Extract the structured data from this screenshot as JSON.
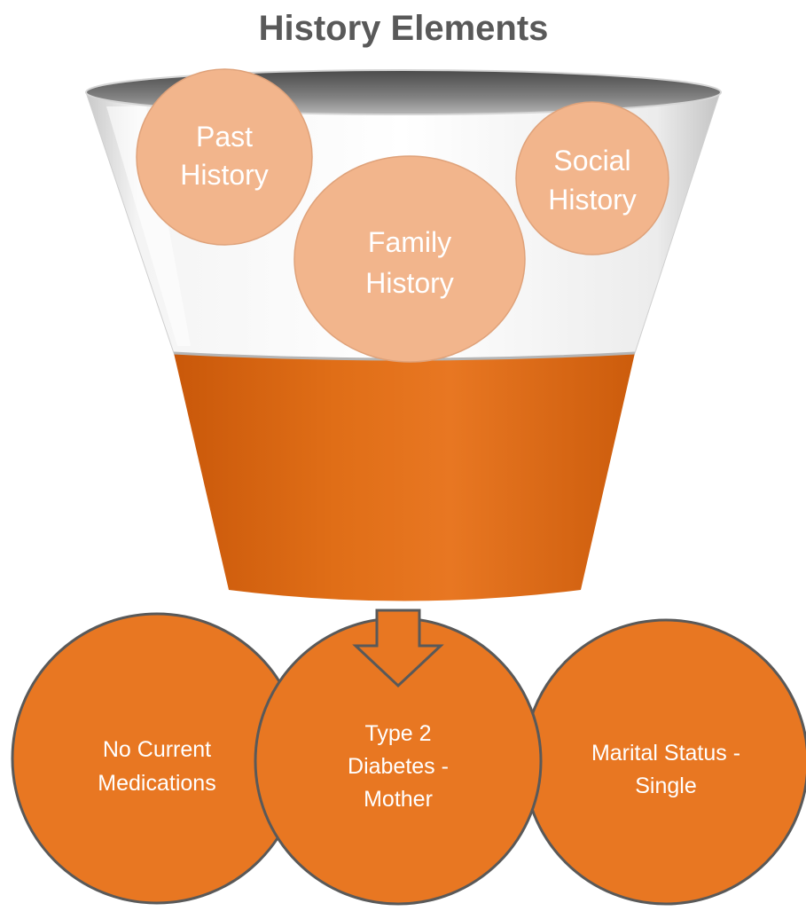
{
  "title": "History Elements",
  "inputs": [
    {
      "id": "past",
      "line1": "Past",
      "line2": "History"
    },
    {
      "id": "family",
      "line1": "Family",
      "line2": "History"
    },
    {
      "id": "social",
      "line1": "Social",
      "line2": "History"
    }
  ],
  "outputs": [
    {
      "id": "medications",
      "lines": [
        "No Current",
        "Medications"
      ]
    },
    {
      "id": "diabetes",
      "lines": [
        "Type 2",
        "Diabetes -",
        "Mother"
      ]
    },
    {
      "id": "marital",
      "lines": [
        "Marital Status -",
        "Single"
      ]
    }
  ],
  "colors": {
    "accent": "#E87722",
    "accent_dark": "#D2620C",
    "bubble_fill": "#F2B58C",
    "bubble_stroke": "#DFA27A",
    "title": "#595959"
  }
}
